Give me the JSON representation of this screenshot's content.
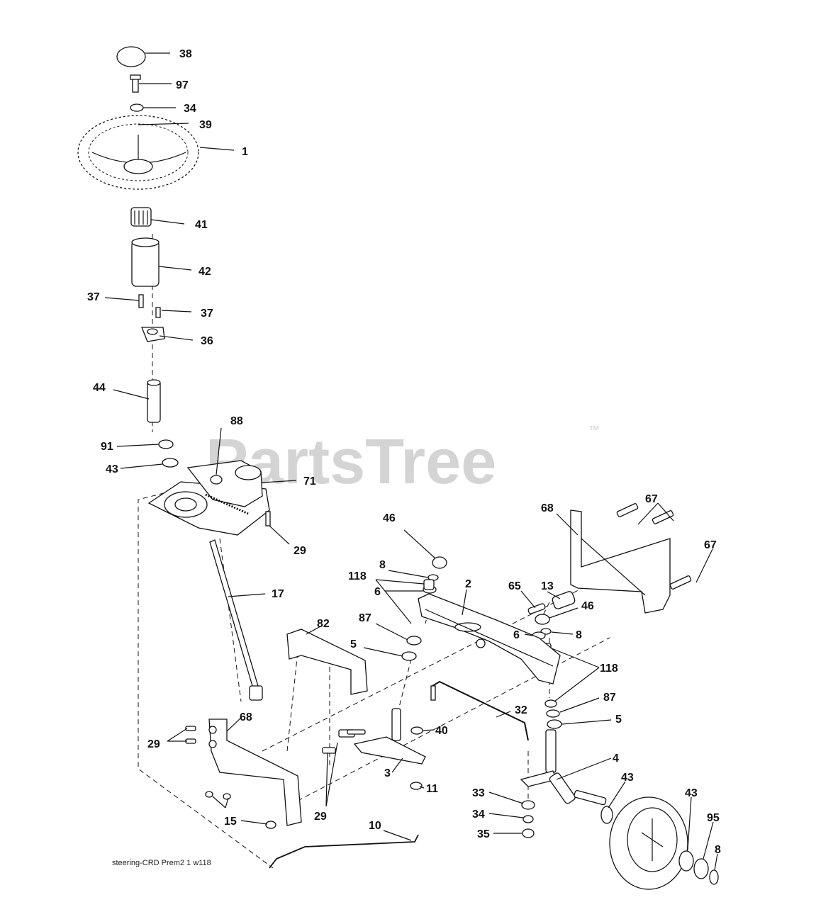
{
  "watermark": {
    "text": "PartsTree",
    "tm": "™"
  },
  "footer": "steering-CRD  Prem2  1  w118",
  "callouts": [
    {
      "id": "c38a",
      "text": "38"
    },
    {
      "id": "c97",
      "text": "97"
    },
    {
      "id": "c34a",
      "text": "34"
    },
    {
      "id": "c39",
      "text": "39"
    },
    {
      "id": "c1",
      "text": "1"
    },
    {
      "id": "c41",
      "text": "41"
    },
    {
      "id": "c42",
      "text": "42"
    },
    {
      "id": "c37a",
      "text": "37"
    },
    {
      "id": "c37b",
      "text": "37"
    },
    {
      "id": "c36",
      "text": "36"
    },
    {
      "id": "c44",
      "text": "44"
    },
    {
      "id": "c88",
      "text": "88"
    },
    {
      "id": "c91",
      "text": "91"
    },
    {
      "id": "c43a",
      "text": "43"
    },
    {
      "id": "c71",
      "text": "71"
    },
    {
      "id": "c29a",
      "text": "29"
    },
    {
      "id": "c17",
      "text": "17"
    },
    {
      "id": "c46a",
      "text": "46"
    },
    {
      "id": "c8a",
      "text": "8"
    },
    {
      "id": "c6a",
      "text": "6"
    },
    {
      "id": "c118a",
      "text": "118"
    },
    {
      "id": "c2",
      "text": "2"
    },
    {
      "id": "c87a",
      "text": "87"
    },
    {
      "id": "c5a",
      "text": "5"
    },
    {
      "id": "c82",
      "text": "82"
    },
    {
      "id": "c68a",
      "text": "68"
    },
    {
      "id": "c67a",
      "text": "67"
    },
    {
      "id": "c67b",
      "text": "67"
    },
    {
      "id": "c13",
      "text": "13"
    },
    {
      "id": "c65",
      "text": "65"
    },
    {
      "id": "c46b",
      "text": "46"
    },
    {
      "id": "c6b",
      "text": "6"
    },
    {
      "id": "c8b",
      "text": "8"
    },
    {
      "id": "c118b",
      "text": "118"
    },
    {
      "id": "c87b",
      "text": "87"
    },
    {
      "id": "c5b",
      "text": "5"
    },
    {
      "id": "c40",
      "text": "40"
    },
    {
      "id": "c32",
      "text": "32"
    },
    {
      "id": "c68b",
      "text": "68"
    },
    {
      "id": "c29b",
      "text": "29"
    },
    {
      "id": "c3",
      "text": "3"
    },
    {
      "id": "c4",
      "text": "4"
    },
    {
      "id": "c11",
      "text": "11"
    },
    {
      "id": "c43b",
      "text": "43"
    },
    {
      "id": "c43c",
      "text": "43"
    },
    {
      "id": "c33",
      "text": "33"
    },
    {
      "id": "c34b",
      "text": "34"
    },
    {
      "id": "c35",
      "text": "35"
    },
    {
      "id": "c95",
      "text": "95"
    },
    {
      "id": "c8c",
      "text": "8"
    },
    {
      "id": "c15",
      "text": "15"
    },
    {
      "id": "c29c",
      "text": "29"
    },
    {
      "id": "c10",
      "text": "10"
    }
  ]
}
